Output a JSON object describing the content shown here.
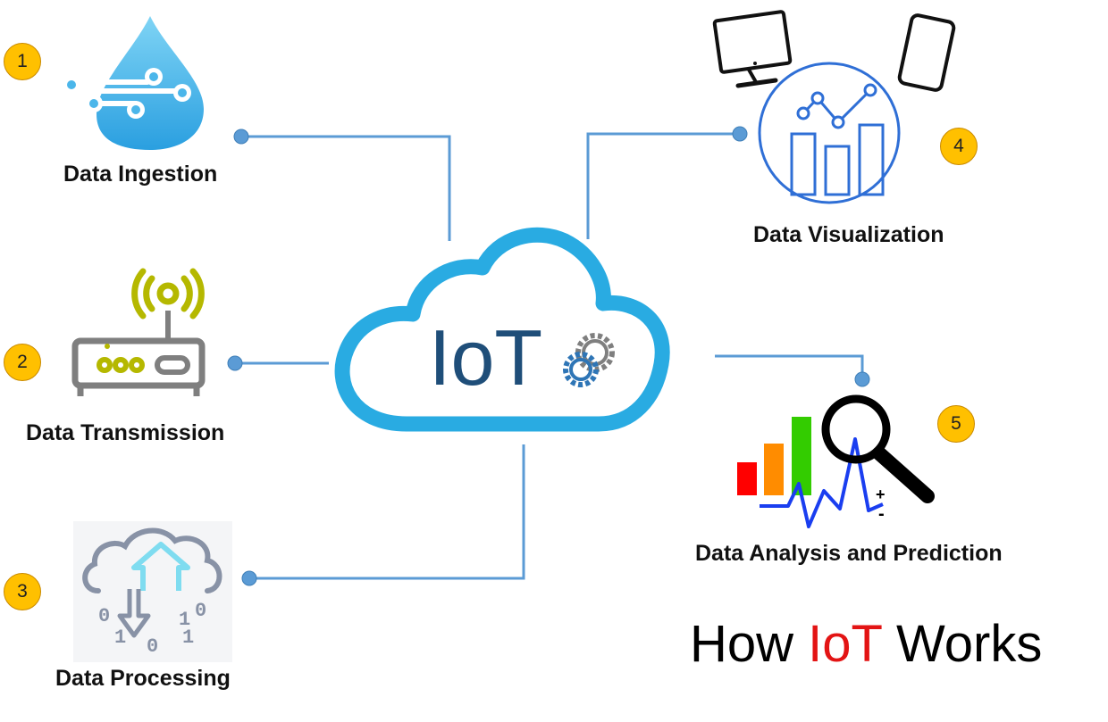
{
  "cloud": {
    "label": "IoT"
  },
  "stages": [
    {
      "number": "1",
      "label": "Data Ingestion"
    },
    {
      "number": "2",
      "label": "Data Transmission"
    },
    {
      "number": "3",
      "label": "Data Processing"
    },
    {
      "number": "4",
      "label": "Data Visualization"
    },
    {
      "number": "5",
      "label": "Data Analysis and Prediction"
    }
  ],
  "title": {
    "before": "How",
    "highlight": "IoT",
    "after": "Works"
  },
  "processing_icon": {
    "bits": [
      "0",
      "1",
      "0",
      "1",
      "0",
      "1"
    ]
  },
  "colors": {
    "connector": "#5b9bd5",
    "cloud": "#29abe2",
    "badge": "#ffc000",
    "title_highlight": "#e31414",
    "router_signal": "#b5b800"
  }
}
